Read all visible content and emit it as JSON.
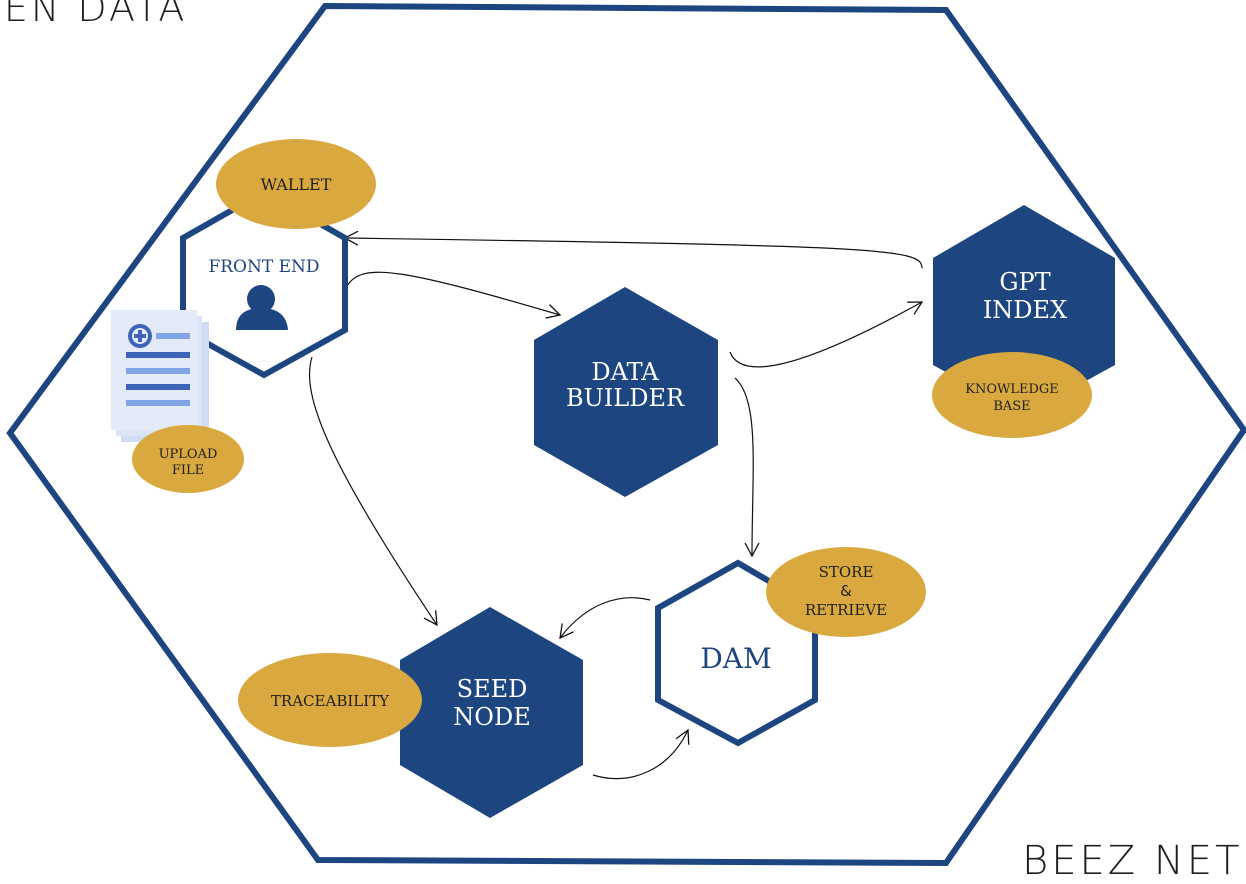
{
  "corner_texts": {
    "top_left": "PEN DATA",
    "bottom_right": "BEEZ NET"
  },
  "nodes": {
    "front_end": {
      "label": "FRONT END"
    },
    "data_builder": {
      "label_line1": "DATA",
      "label_line2": "BUILDER"
    },
    "gpt_index": {
      "label_line1": "GPT",
      "label_line2": "INDEX"
    },
    "dam": {
      "label": "DAM"
    },
    "seed_node": {
      "label_line1": "SEED",
      "label_line2": "NODE"
    }
  },
  "badges": {
    "wallet": "WALLET",
    "upload_file_line1": "UPLOAD",
    "upload_file_line2": "FILE",
    "knowledge_line1": "KNOWLEDGE",
    "knowledge_line2": "BASE",
    "store_line1": "STORE",
    "store_line2": "&",
    "store_line3": "RETRIEVE",
    "traceability": "TRACEABILITY"
  },
  "colors": {
    "navy": "#1d4580",
    "gold": "#d9a93f",
    "doc_light": "#cfdcf3",
    "doc_mid": "#7fa5e6",
    "doc_dark": "#3e64b8"
  }
}
